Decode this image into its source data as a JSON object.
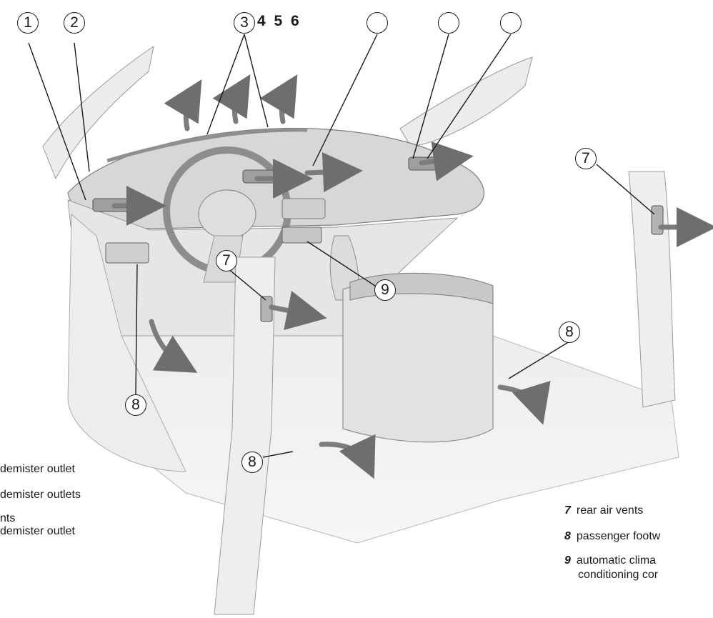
{
  "callouts": {
    "c1": "1",
    "c2": "2",
    "c3": "3",
    "c3_extra": "4 5 6",
    "c7_left": "7",
    "c7_right": "7",
    "c8_left": "8",
    "c8_center": "8",
    "c8_right": "8",
    "c9": "9"
  },
  "legend_left": [
    "demister outlet",
    "demister outlets",
    "nts",
    "demister outlet"
  ],
  "legend_right": [
    {
      "num": "7",
      "text": "rear air vents"
    },
    {
      "num": "8",
      "text": "passenger footw"
    },
    {
      "num": "9",
      "text": "automatic clima"
    },
    {
      "num": "",
      "text": "conditioning cor"
    }
  ],
  "colors": {
    "line": "#1a1a1a",
    "interior_fill": "#e9e9e9",
    "dash_fill": "#d7d7d7",
    "arrow_fill": "#7c7c7c"
  }
}
